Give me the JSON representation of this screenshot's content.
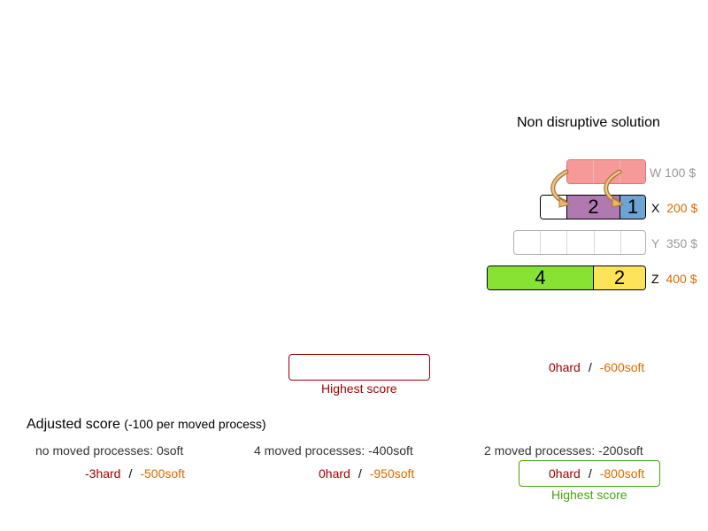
{
  "title": "Non disruptive solution",
  "computers": [
    {
      "name": "W",
      "price": "100 $"
    },
    {
      "name": "X",
      "price": "200 $"
    },
    {
      "name": "Y",
      "price": "350 $"
    },
    {
      "name": "Z",
      "price": "400 $"
    }
  ],
  "processes": {
    "x_purple": "2",
    "x_blue": "1",
    "z_green": "4",
    "z_yellow": "2"
  },
  "top_score": {
    "hard": "0hard",
    "sep": "/",
    "soft": "-600soft"
  },
  "highest_score_label_1": "Highest score",
  "adjusted": {
    "title": "Adjusted score",
    "subtitle": "(-100 per moved process)",
    "columns": [
      {
        "desc": "no moved processes: 0soft",
        "hard": "-3hard",
        "sep": "/",
        "soft": "-500soft"
      },
      {
        "desc": "4 moved processes: -400soft",
        "hard": "0hard",
        "sep": "/",
        "soft": "-950soft"
      },
      {
        "desc": "2 moved processes: -200soft",
        "hard": "0hard",
        "sep": "/",
        "soft": "-800soft"
      }
    ]
  },
  "highest_score_label_2": "Highest score",
  "colors": {
    "red_process": "#f59999",
    "purple_process": "#b07ab0",
    "blue_process": "#6fa3d4",
    "green_process": "#88e234",
    "yellow_process": "#fde35a",
    "hard": "#990000",
    "soft": "#d86b00",
    "highlight_red": "#990000",
    "highlight_green": "#4aa011"
  }
}
